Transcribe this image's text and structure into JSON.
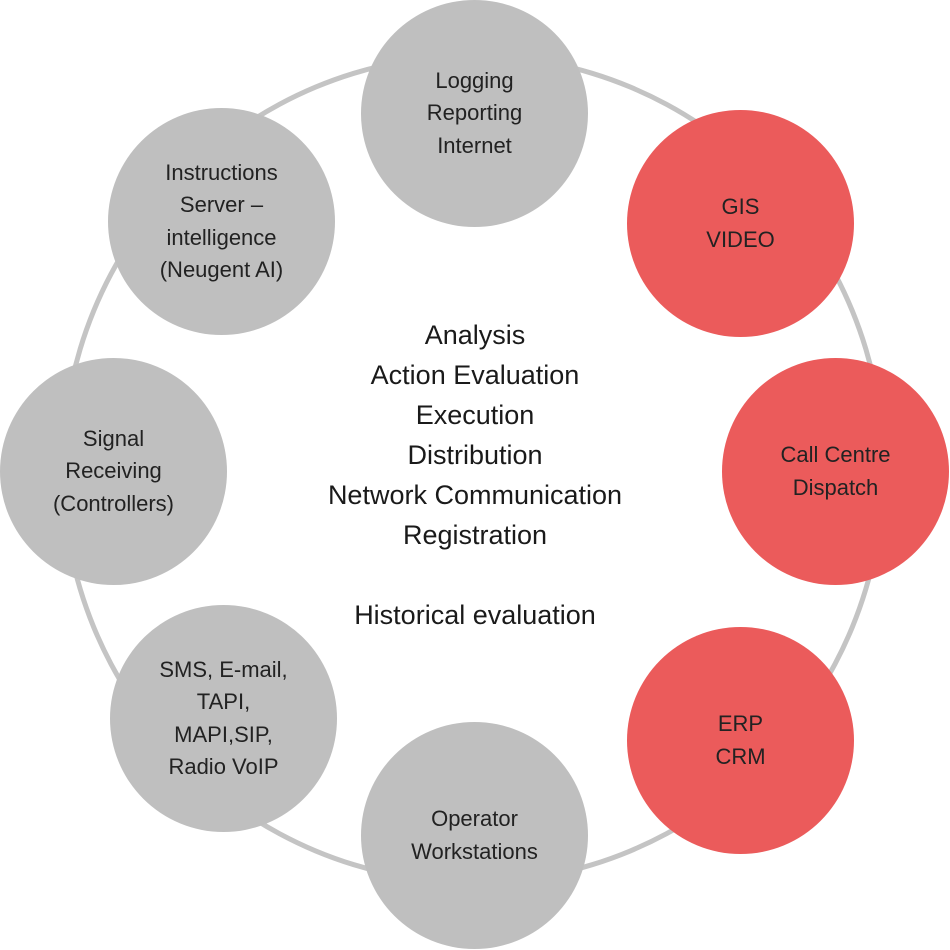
{
  "center": {
    "lines": [
      "Analysis",
      "Action Evaluation",
      "Execution",
      "Distribution",
      "Network Communication",
      "Registration"
    ],
    "footer": "Historical evaluation"
  },
  "nodes": {
    "logging": {
      "lines": [
        "Logging",
        "Reporting",
        "Internet"
      ],
      "color": "#bfbfbf"
    },
    "gis": {
      "lines": [
        "GIS",
        "VIDEO"
      ],
      "color": "#eb5b5b"
    },
    "callcentre": {
      "lines": [
        "Call Centre",
        "Dispatch"
      ],
      "color": "#eb5b5b"
    },
    "erp": {
      "lines": [
        "ERP",
        "CRM"
      ],
      "color": "#eb5b5b"
    },
    "operator": {
      "lines": [
        "Operator",
        "Workstations"
      ],
      "color": "#bfbfbf"
    },
    "sms": {
      "lines": [
        "SMS, E-mail,",
        "TAPI,",
        "MAPI,SIP,",
        "Radio VoIP"
      ],
      "color": "#bfbfbf"
    },
    "signal": {
      "lines": [
        "Signal",
        "Receiving",
        "(Controllers)"
      ],
      "color": "#bfbfbf"
    },
    "instructions": {
      "lines": [
        "Instructions",
        "Server –",
        "intelligence",
        "(Neugent AI)"
      ],
      "color": "#bfbfbf"
    }
  }
}
